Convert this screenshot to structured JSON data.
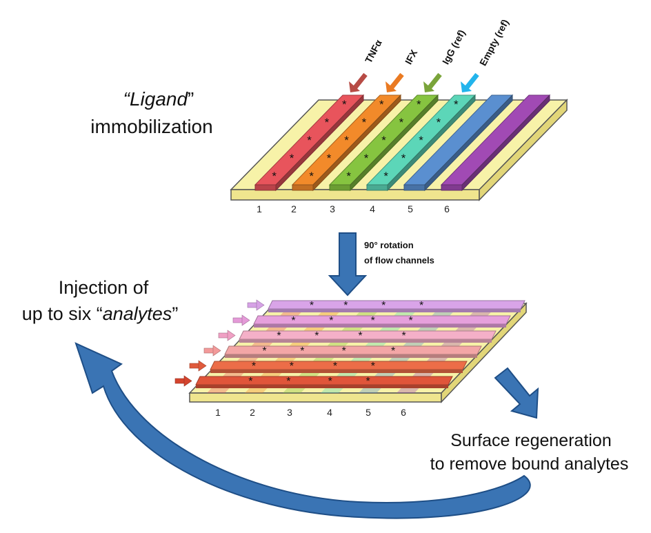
{
  "labels": {
    "ligand_quote_open": "“",
    "ligand_word": "Ligand",
    "ligand_quote_close": "”",
    "immobilization": "immobilization",
    "injection_line1": "Injection of",
    "injection_line2_prefix": "up to six “",
    "injection_line2_word": "analytes",
    "injection_line2_suffix": "”",
    "rotation_line1": "90° rotation",
    "rotation_line2": "of flow channels",
    "surface_line1": "Surface regeneration",
    "surface_line2": "to remove bound analytes"
  },
  "ligand_names": [
    "TNFα",
    "IFX",
    "IgG (ref)",
    "Empty (ref)"
  ],
  "channel_numbers": [
    "1",
    "2",
    "3",
    "4",
    "5",
    "6"
  ],
  "marker": "*",
  "colors": {
    "chip": "#f7f2a8",
    "chip_edge": "#555555",
    "arrow_blue": "#3a74b4",
    "arrow_blue_dark": "#1e4e86",
    "tnf": "#b74b45",
    "ifx": "#ea7a22",
    "igg": "#7aa43a",
    "empty": "#22b4ec",
    "channels": [
      "#e8545c",
      "#f28a2a",
      "#86c440",
      "#5cd6b8",
      "#5a8fd0",
      "#a14ab4"
    ]
  }
}
